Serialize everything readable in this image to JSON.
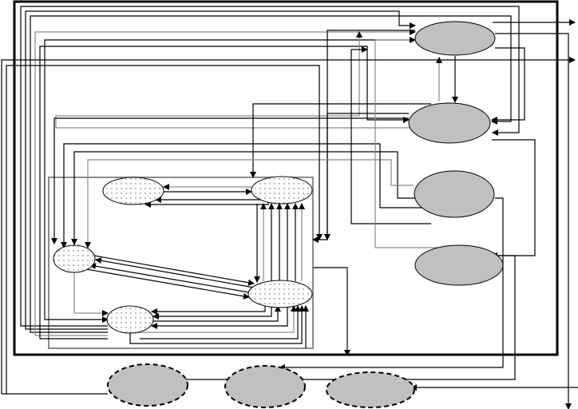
{
  "colors": {
    "background": "#ffffff",
    "frame": "#000000",
    "inner_frame": "#8c8c8c",
    "gray_node": "#c0c0c0",
    "dotted_node": "#ffffff",
    "dot": "#555555",
    "connector_dark": "#000000",
    "connector_light": "#8a8a8a"
  },
  "nodes": {
    "gray": 4,
    "dotted": 5,
    "dashed": 3
  }
}
